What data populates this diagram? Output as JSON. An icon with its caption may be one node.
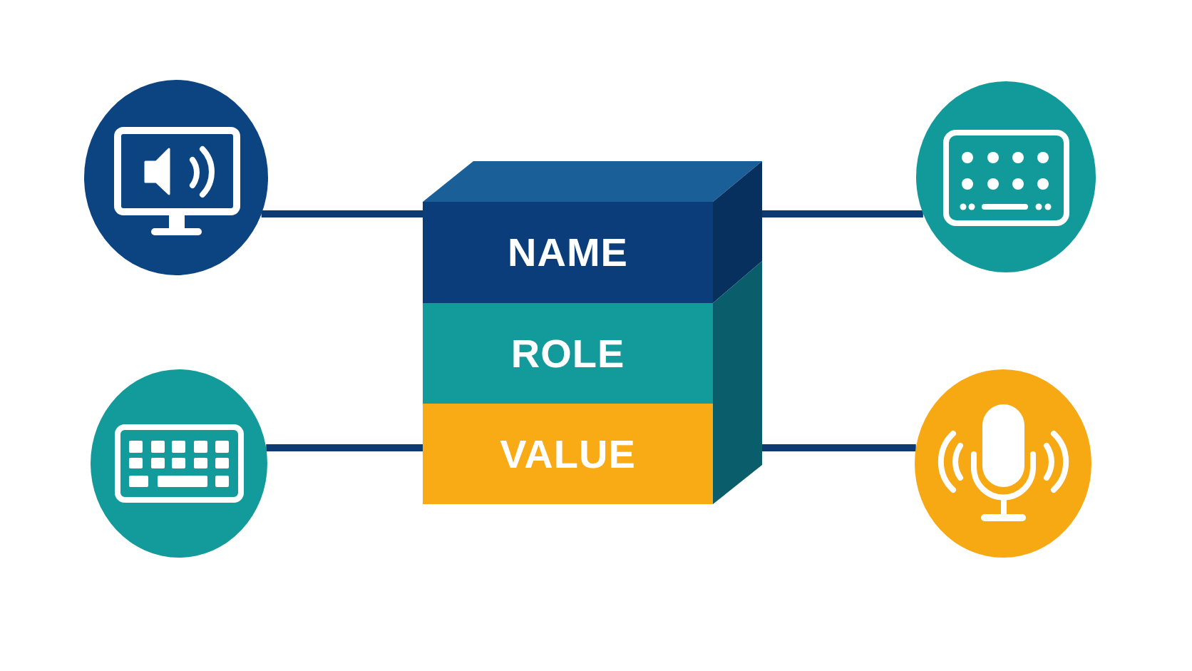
{
  "diagram": {
    "nodes": [
      {
        "text": [],
        "shape": "picture"
      },
      {
        "text": [],
        "shape": "picture"
      },
      {
        "text": [],
        "shape": "box"
      },
      {
        "text": [
          "NAME"
        ],
        "in": 2
      },
      {
        "text": [
          "ROLE"
        ],
        "in": 2
      },
      {
        "text": [
          "VALUE"
        ],
        "in": 2
      },
      {
        "text": [],
        "shape": "picture"
      },
      {
        "text": [],
        "shape": "picture"
      }
    ],
    "edges": [
      {
        "from": 0,
        "to": 2,
        "arrow": "none"
      },
      {
        "from": 1,
        "to": 2,
        "arrow": "none"
      },
      {
        "from": 6,
        "to": 2,
        "arrow": "none"
      },
      {
        "from": 7,
        "to": 2,
        "arrow": "none"
      }
    ]
  }
}
